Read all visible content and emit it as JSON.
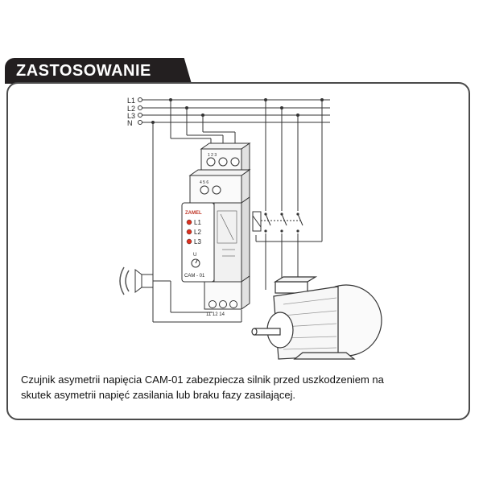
{
  "section": {
    "title": "ZASTOSOWANIE"
  },
  "lines": {
    "l1": "L1",
    "l2": "L2",
    "l3": "L3",
    "n": "N"
  },
  "device": {
    "brand": "ZAMEL",
    "model": "CAM - 01",
    "leds": [
      "L1",
      "L2",
      "L3"
    ],
    "knob_label": "U",
    "top_terminals": "1  2  3",
    "mid_terminals": "4  5  6",
    "bottom_terminals": "11 12 14"
  },
  "caption": {
    "line1": "Czujnik asymetrii napięcia CAM-01 zabezpiecza silnik przed uszkodzeniem na",
    "line2": "skutek asymetrii napięć zasilania lub braku fazy zasilającej."
  },
  "colors": {
    "tab_bg": "#231f20",
    "led": "#e0301e",
    "frame": "#4a4a4a"
  }
}
